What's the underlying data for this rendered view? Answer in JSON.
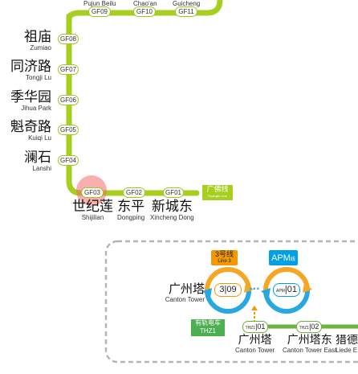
{
  "line_name": "广佛线",
  "line_name_en": "Guangfo Line",
  "colors": {
    "gf_line": "#a6cf1f",
    "thz1_line": "#6db33f",
    "line3": "#f39800",
    "apm": "#00a0e9",
    "interchange_ring": "#f5a623"
  },
  "stations": [
    {
      "cn": "",
      "py": "Pujun Beilu",
      "code": "GF09"
    },
    {
      "cn": "",
      "py": "Chao'an",
      "code": "GF10"
    },
    {
      "cn": "",
      "py": "Guicheng",
      "code": "GF11"
    },
    {
      "cn": "祖庙",
      "py": "Zumiao",
      "code": "GF08"
    },
    {
      "cn": "同济路",
      "py": "Tongji Lu",
      "code": "GF07"
    },
    {
      "cn": "季华园",
      "py": "Jihua Park",
      "code": "GF06"
    },
    {
      "cn": "魁奇路",
      "py": "Kuiqi Lu",
      "code": "GF05"
    },
    {
      "cn": "澜石",
      "py": "Lanshi",
      "code": "GF04"
    },
    {
      "cn": "世纪莲",
      "py": "Shijilian",
      "code": "GF03"
    },
    {
      "cn": "东平",
      "py": "Dongping",
      "code": "GF02"
    },
    {
      "cn": "新城东",
      "py": "Xincheng Dong",
      "code": "GF01"
    }
  ],
  "inset": {
    "line3_cn": "3号线",
    "line3_en": "Line 3",
    "apm_label": "APM",
    "apm_cn": "线",
    "apm_en": "APM",
    "canton_tower_cn": "广州塔",
    "canton_tower_py": "Canton Tower",
    "code_3": "3",
    "code_09": "09",
    "code_apm": "APM",
    "code_01": "01",
    "ellipsis": "···",
    "tram_cn": "有轨电车",
    "tram_code": "THZ1",
    "thz_station1_code": "THZ1",
    "thz_station1_num": "01",
    "thz_station1_cn": "广州塔",
    "thz_station1_py": "Canton Tower",
    "thz_station2_code": "THZ1",
    "thz_station2_num": "02",
    "thz_station2_cn": "广州塔东",
    "thz_station2_py": "Canton Tower East",
    "thz_station3_cn": "猎德",
    "thz_station3_py": "Liede E"
  }
}
